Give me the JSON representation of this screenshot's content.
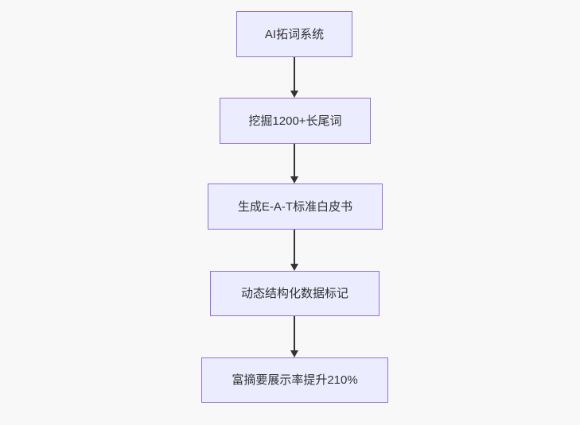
{
  "canvas": {
    "background_color": "#f8f8f8"
  },
  "flowchart": {
    "type": "flowchart-top-down",
    "style": {
      "node_fill_color": "#ECECFF",
      "node_border_color": "#9370DB",
      "edge_color": "#333333",
      "text_color": "#333333"
    },
    "nodes": [
      {
        "id": "n1",
        "label": "AI拓词系统"
      },
      {
        "id": "n2",
        "label": "挖掘1200+长尾词"
      },
      {
        "id": "n3",
        "label": "生成E-A-T标准白皮书"
      },
      {
        "id": "n4",
        "label": "动态结构化数据标记"
      },
      {
        "id": "n5",
        "label": "富摘要展示率提升210%"
      }
    ],
    "edges": [
      {
        "from": "n1",
        "to": "n2"
      },
      {
        "from": "n2",
        "to": "n3"
      },
      {
        "from": "n3",
        "to": "n4"
      },
      {
        "from": "n4",
        "to": "n5"
      }
    ]
  }
}
